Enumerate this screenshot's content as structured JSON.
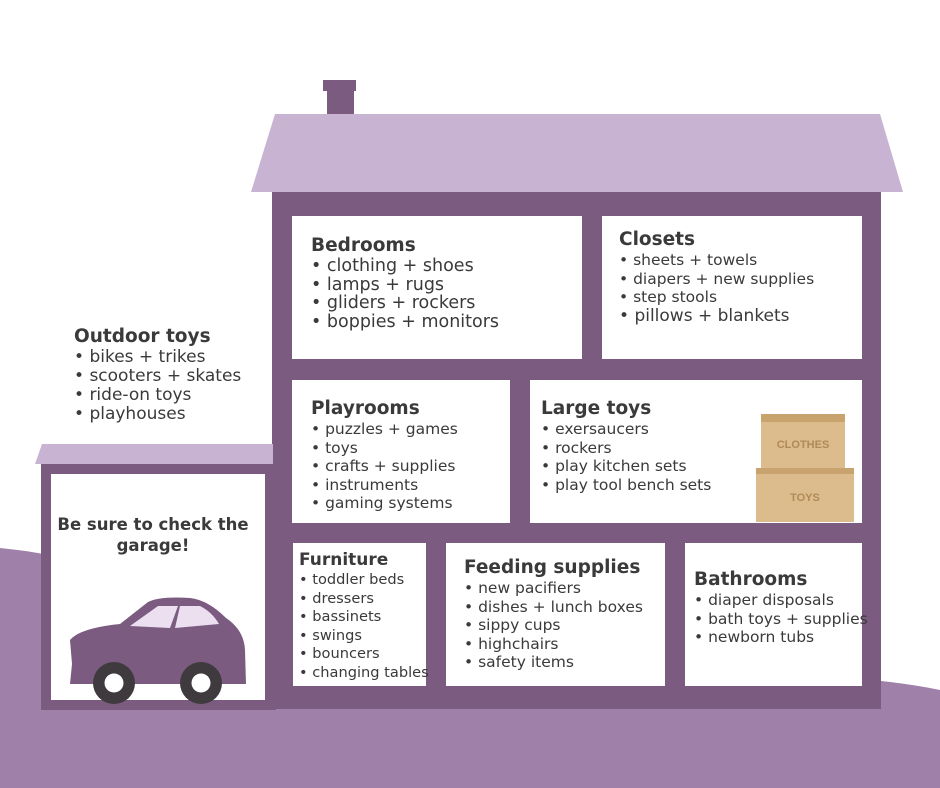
{
  "colors": {
    "background": "#ffffff",
    "ground": "#9f80a8",
    "house_wall": "#7b5b80",
    "roof": "#c8b4d2",
    "room_fill": "#ffffff",
    "text": "#3a3a3a",
    "car": "#7b5b80",
    "box": "#dcbc8c"
  },
  "outdoor": {
    "title": "Outdoor toys",
    "items": [
      "bikes + trikes",
      "scooters + skates",
      "ride-on toys",
      "playhouses"
    ]
  },
  "garage": {
    "note": "Be sure to check the garage!",
    "icon": "car-icon"
  },
  "rooms": {
    "bedrooms": {
      "title": "Bedrooms",
      "items": [
        "clothing + shoes",
        "lamps + rugs",
        "gliders + rockers",
        "boppies + monitors"
      ]
    },
    "closets": {
      "title": "Closets",
      "items": [
        "sheets + towels",
        "diapers + new supplies",
        "step stools",
        "pillows + blankets"
      ]
    },
    "playrooms": {
      "title": "Playrooms",
      "items": [
        "puzzles + games",
        "toys",
        "crafts + supplies",
        "instruments",
        "gaming systems"
      ]
    },
    "large_toys": {
      "title": "Large toys",
      "items": [
        "exersaucers",
        "rockers",
        "play kitchen sets",
        "play tool bench sets"
      ],
      "boxes": [
        "CLOTHES",
        "TOYS"
      ]
    },
    "furniture": {
      "title": "Furniture",
      "items": [
        "toddler beds",
        "dressers",
        "bassinets",
        "swings",
        "bouncers",
        "changing tables"
      ]
    },
    "feeding": {
      "title": "Feeding supplies",
      "items": [
        "new pacifiers",
        "dishes + lunch boxes",
        "sippy cups",
        "highchairs",
        "safety items"
      ]
    },
    "bathrooms": {
      "title": "Bathrooms",
      "items": [
        "diaper disposals",
        "bath toys + supplies",
        "newborn tubs"
      ]
    }
  }
}
